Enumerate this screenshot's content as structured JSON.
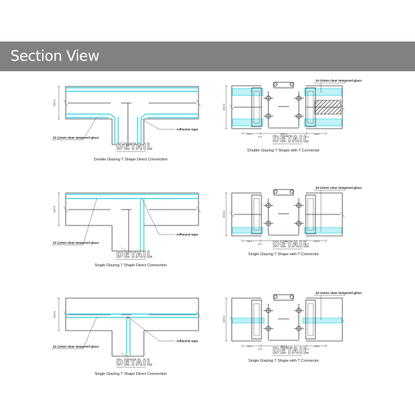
{
  "header": {
    "title": "Section View"
  },
  "panels": [
    {
      "id": "p1",
      "variant": "double",
      "caption": "Double Glazing T Shape Direct Connection",
      "detail": "DETAIL",
      "glass_label": "10-12mm clear tempered glass",
      "tape_label": "Adhesive tape",
      "height_dim": "100.0"
    },
    {
      "id": "p2",
      "variant": "double",
      "caption": "Double Glazing T Shape with T Connector",
      "detail": "DETAIL",
      "glass_label": "10-12mm clear tempered glass",
      "height_dim": "100.0",
      "dims": [
        "28.1",
        "5.0",
        "100.0",
        "5.0",
        "28.0"
      ]
    },
    {
      "id": "p3",
      "variant": "single-top",
      "caption": "Single Glazing T Shape Direct Connection",
      "detail": "DETAIL",
      "glass_label": "10-12mm clear tempered glass",
      "tape_label": "Adhesive tape",
      "height_dim": "100.0"
    },
    {
      "id": "p4",
      "variant": "single-bottom",
      "caption": "Single Glazing T Shape with T Connector",
      "detail": "DETAIL",
      "glass_label": "10-12mm clear tempered glass",
      "height_dim": "100.0",
      "dims": [
        "28.1",
        "5.0",
        "100.0",
        "5.0",
        "28.0"
      ]
    },
    {
      "id": "p5",
      "variant": "single-mid",
      "caption": "Single Glazing T Shape Direct Connection",
      "detail": "DETAIL",
      "glass_label": "10-12mm clear tempered glass",
      "tape_label": "Adhesive tape",
      "height_dim": "100.0"
    },
    {
      "id": "p6",
      "variant": "single-mid",
      "caption": "Single Glazing T Shape with T Connector",
      "detail": "DETAIL",
      "glass_label": "10-12mm clear tempered glass",
      "height_dim": "100.0",
      "dims": [
        "28.1",
        "5.0",
        "100.0",
        "5.0",
        "28.0"
      ]
    }
  ],
  "colors": {
    "header_bg": "#818181",
    "glass": "#3fd9e6"
  }
}
